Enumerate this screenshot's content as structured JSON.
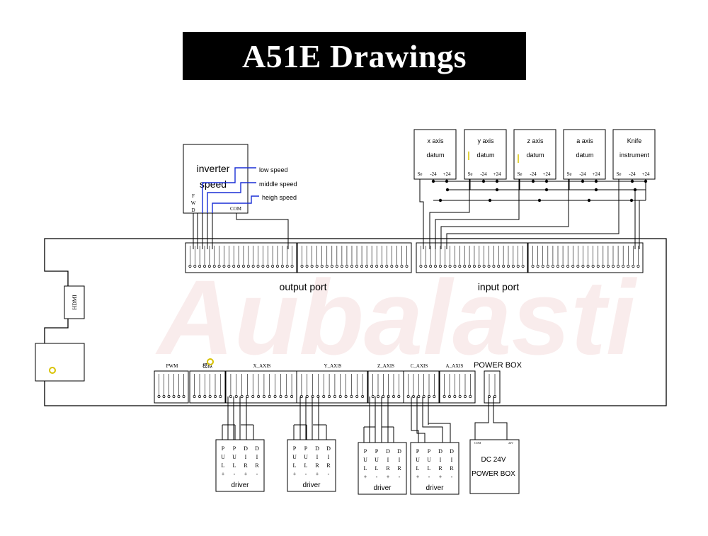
{
  "title": "A51E Drawings",
  "watermark": "Aubalasti",
  "inverter": {
    "line1": "inverter",
    "line2": "speed",
    "side_letters": [
      "F",
      "W",
      "D"
    ],
    "com": "COM",
    "speeds": [
      "low speed",
      "middle speed",
      "heigh speed"
    ]
  },
  "datum_boxes": [
    {
      "line1": "x  axis",
      "line2": "datum",
      "pins": [
        "Se",
        "-24",
        "+24"
      ]
    },
    {
      "line1": "y axis",
      "line2": "datum",
      "pins": [
        "Se",
        "-24",
        "+24"
      ]
    },
    {
      "line1": "z  axis",
      "line2": "datum",
      "pins": [
        "Se",
        "-24",
        "+24"
      ]
    },
    {
      "line1": "a axis",
      "line2": "datum",
      "pins": [
        "Se",
        "-24",
        "+24"
      ]
    },
    {
      "line1": "Knife",
      "line2": "instrument",
      "pins": [
        "Se",
        "-24",
        "+24"
      ]
    }
  ],
  "ports": {
    "output": "output port",
    "input": "input port"
  },
  "side_labels": {
    "hdmi": "HDMI"
  },
  "bottom_groups": [
    "PWM",
    "模拟",
    "X_AXIS",
    "Y_AXIS",
    "Z_AXIS",
    "C_AXIS",
    "A_AXIS"
  ],
  "power_box_header": "POWER BOX",
  "drivers": [
    {
      "cols": [
        "PUL+",
        "PUL-",
        "DIR+",
        "DIR-"
      ],
      "label": "driver"
    },
    {
      "cols": [
        "PUL+",
        "PUL-",
        "DIR+",
        "DIR-"
      ],
      "label": "driver"
    },
    {
      "cols": [
        "PUL+",
        "PUL-",
        "DIR+",
        "DIR-"
      ],
      "label": "driver"
    },
    {
      "cols": [
        "PUL+",
        "PUL-",
        "DIR+",
        "DIR-"
      ],
      "label": "driver"
    }
  ],
  "power_box": {
    "line1": "DC 24V",
    "line2": "POWER BOX"
  },
  "colors": {
    "line": "#000000",
    "inverter_wire": "#1a2fd6",
    "watermark": "#f3d6d6",
    "marker": "#d8c200"
  }
}
